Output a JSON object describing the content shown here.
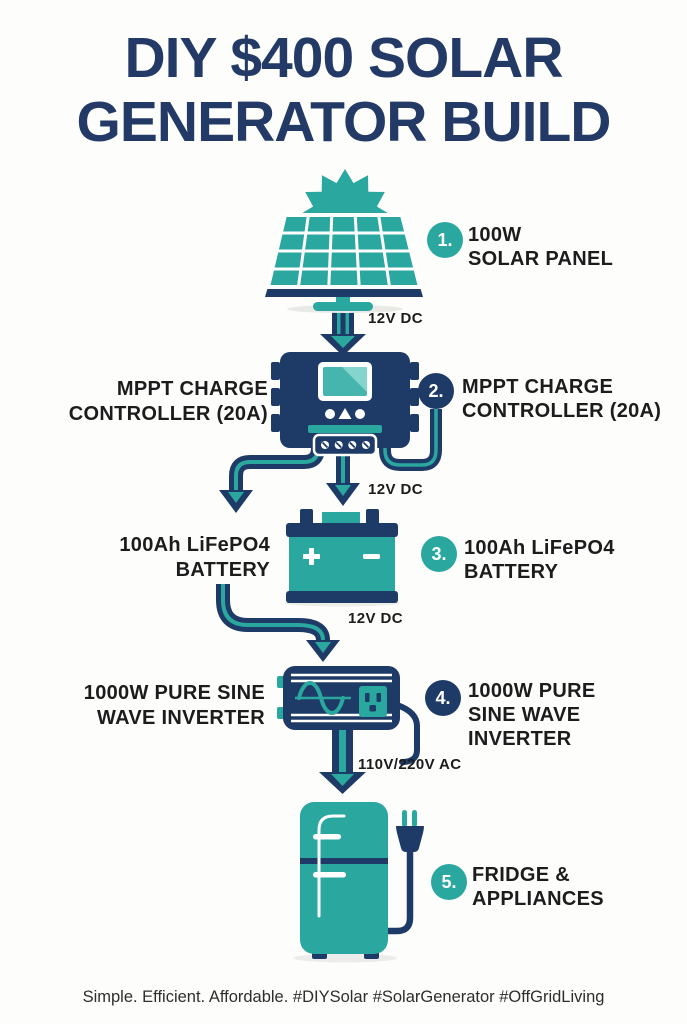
{
  "title": "DIY $400 SOLAR\nGENERATOR BUILD",
  "steps": [
    {
      "num": "1.",
      "label": "100W\nSOLAR PANEL",
      "badge_color": "#2aa79f"
    },
    {
      "num": "2.",
      "label": "MPPT CHARGE\nCONTROLLER (20A)",
      "badge_color": "#1e3a66"
    },
    {
      "num": "3.",
      "label": "100Ah LiFePO4\nBATTERY",
      "badge_color": "#2aa79f"
    },
    {
      "num": "4.",
      "label": "1000W PURE\nSINE WAVE\nINVERTER",
      "badge_color": "#1e3a66"
    },
    {
      "num": "5.",
      "label": "FRIDGE &\nAPPLIANCES",
      "badge_color": "#2aa79f"
    }
  ],
  "side_labels": [
    {
      "text": "MPPT CHARGE\nCONTROLLER (20A)"
    },
    {
      "text": "100Ah LiFePO4\nBATTERY"
    },
    {
      "text": "1000W PURE SINE\nWAVE INVERTER"
    }
  ],
  "connection_labels": [
    {
      "text": "12V DC"
    },
    {
      "text": "12V DC"
    },
    {
      "text": "12V DC"
    },
    {
      "text": "110V/220V AC"
    }
  ],
  "icons": [
    "sun-icon",
    "solar-panel-icon",
    "charge-controller-icon",
    "battery-icon",
    "inverter-icon",
    "fridge-icon",
    "plug-icon",
    "arrow-down-icon",
    "cable-icon"
  ],
  "colors": {
    "teal": "#2aa79f",
    "navy": "#1e3a66",
    "title_navy": "#233a67",
    "text_black": "#1c1c1c",
    "footer_gray": "#2e2e2e",
    "background": "#fdfdfc"
  },
  "footer": "Simple. Efficient. Affordable. #DIYSolar #SolarGenerator #OffGridLiving"
}
